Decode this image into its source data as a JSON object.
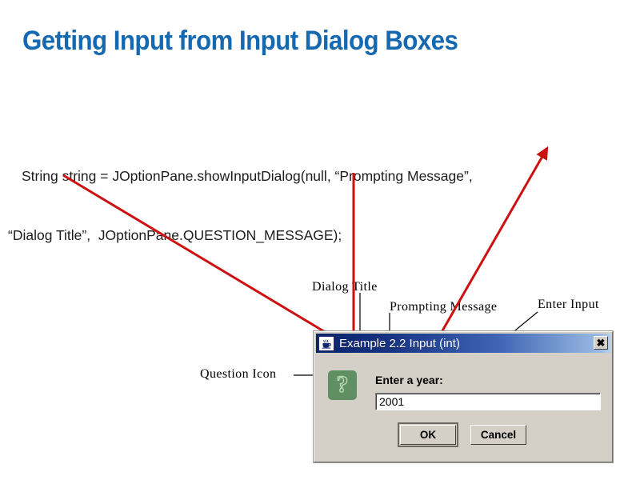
{
  "slide": {
    "title": "Getting Input from Input Dialog Boxes",
    "title_color": "#1569B0",
    "code_line_1": "String string = JOptionPane.showInputDialog(null, “Prompting Message”,",
    "code_line_2": "“Dialog Title”,  JOptionPane.QUESTION_MESSAGE);"
  },
  "annotations": {
    "dialog_title": "Dialog Title",
    "prompting_message": "Prompting Message",
    "enter_input": "Enter Input",
    "question_icon": "Question Icon",
    "arrow_color": "#CC1111",
    "leader_color": "#000000"
  },
  "dialog": {
    "titlebar": {
      "text": "Example 2.2 Input (int)",
      "icon": "java-coffee-cup-icon",
      "close_label": "✖",
      "gradient_start": "#0a246a",
      "gradient_end": "#b8d0ee"
    },
    "icon": {
      "name": "question-icon",
      "glyph": "?",
      "background": "#5f8f62",
      "glyph_outline": "#b9d7b5"
    },
    "prompt_label": "Enter a year:",
    "input_value": "2001",
    "input_placeholder": "",
    "buttons": [
      {
        "label": "OK",
        "focused": true
      },
      {
        "label": "Cancel",
        "focused": false
      }
    ],
    "background": "#d4d0c8"
  }
}
